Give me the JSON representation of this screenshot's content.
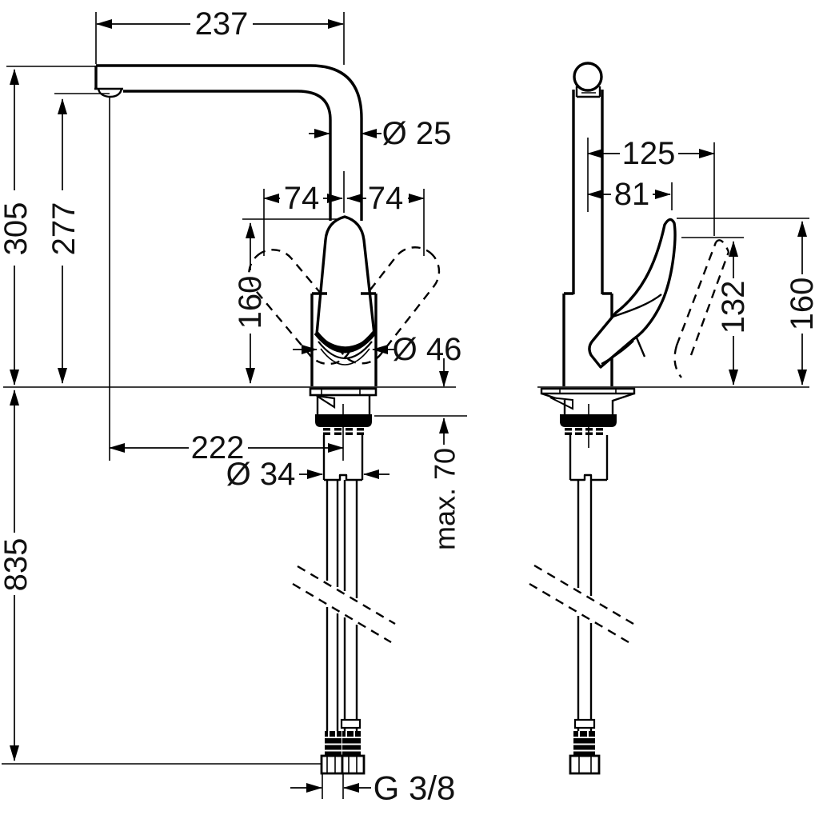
{
  "drawing": {
    "kind": "faucet installation dimension drawing",
    "units": "mm",
    "dims": {
      "front": {
        "spout_reach": "237",
        "height_total": "305",
        "height_outlet": "277",
        "swivel_left": "74",
        "swivel_right": "74",
        "spout_diameter": "Ø 25",
        "handle_height": "160",
        "body_diameter": "Ø 46",
        "outlet_offset": "222",
        "shank_diameter": "Ø 34",
        "max_deck": "max. 70",
        "hose_length": "835",
        "thread": "G 3/8"
      },
      "side": {
        "depth_handle_open": "125",
        "depth_handle": "81",
        "height_handle_open": "132",
        "height_handle_top": "160"
      }
    }
  }
}
